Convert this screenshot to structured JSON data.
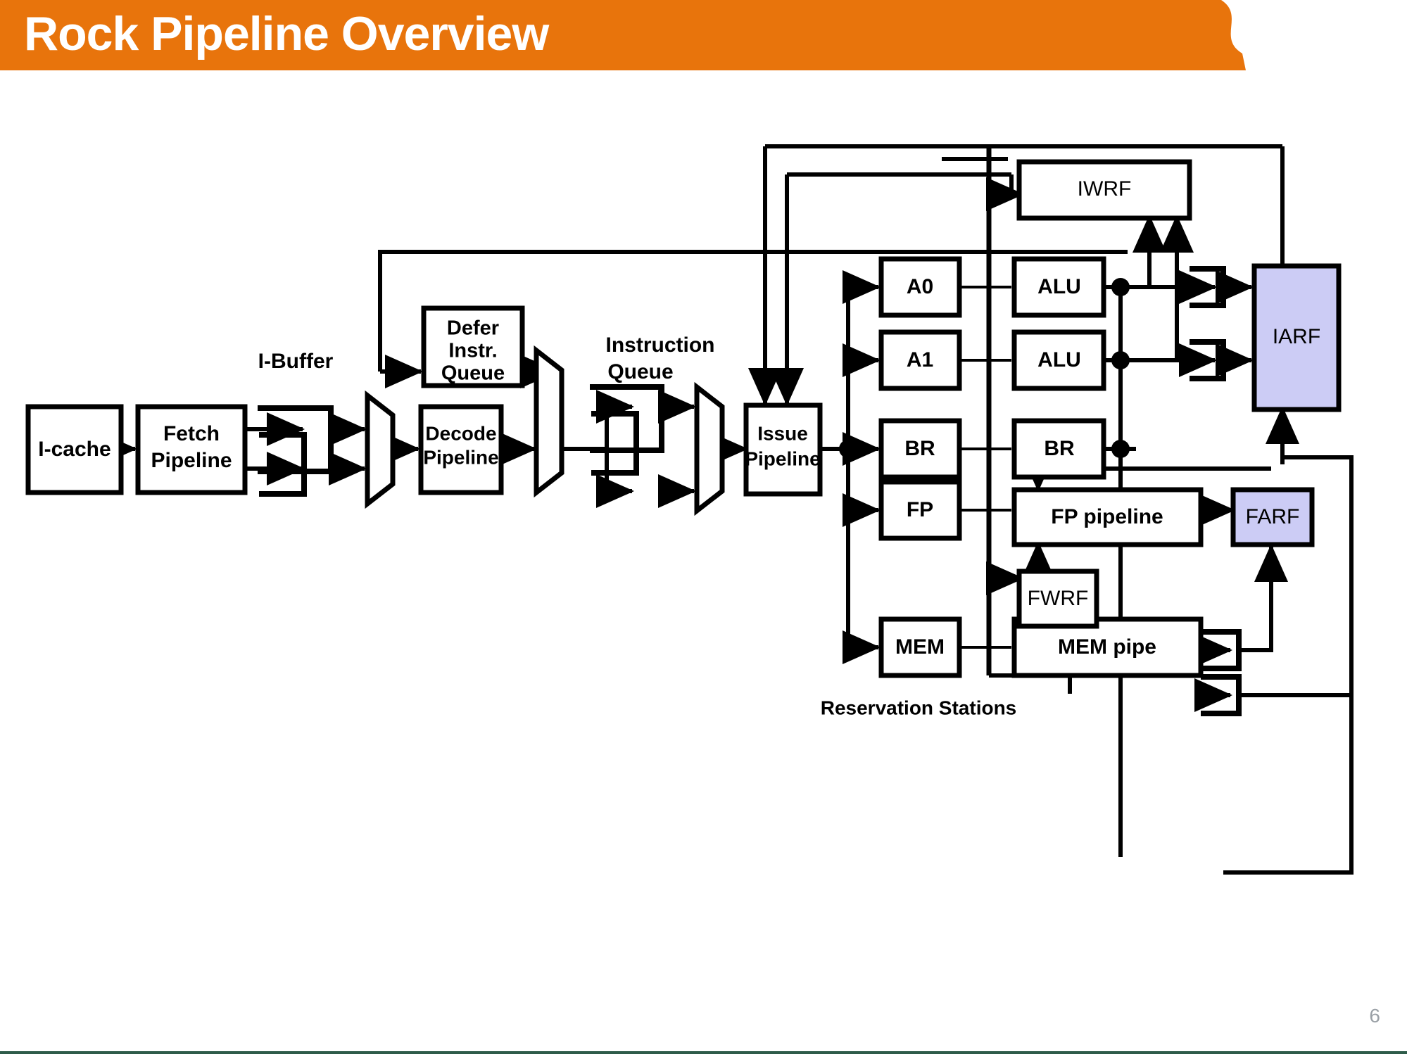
{
  "slide": {
    "title": "Rock Pipeline Overview",
    "page_number": "6",
    "banner_color": "#E8740C",
    "title_color": "#FFFFFF",
    "footer_rule_color": "#2E5C4A",
    "page_number_color": "#9AA0A6"
  },
  "diagram": {
    "register_file_fill": "#CCCCF5",
    "block_fill": "#FFFFFF",
    "line_color": "#000000",
    "frontend": {
      "icache": "I-cache",
      "fetch_pipeline": "Fetch\nPipeline",
      "fetch_pipeline_line1": "Fetch",
      "fetch_pipeline_line2": "Pipeline",
      "ibuffer_label": "I-Buffer",
      "defer_queue_line1": "Defer",
      "defer_queue_line2": "Instr.",
      "defer_queue_line3": "Queue",
      "decode_pipeline_line1": "Decode",
      "decode_pipeline_line2": "Pipeline",
      "instruction_queue_line1": "Instruction",
      "instruction_queue_line2": "Queue",
      "issue_pipeline_line1": "Issue",
      "issue_pipeline_line2": "Pipeline"
    },
    "reservation_stations": {
      "caption": "Reservation Stations",
      "items": [
        "A0",
        "A1",
        "BR",
        "FP",
        "MEM"
      ]
    },
    "execution_units": [
      "ALU",
      "ALU",
      "BR",
      "FP pipeline",
      "MEM pipe"
    ],
    "register_files": {
      "iwrf": "IWRF",
      "iarf": "IARF",
      "fwrf": "FWRF",
      "farf": "FARF"
    }
  }
}
